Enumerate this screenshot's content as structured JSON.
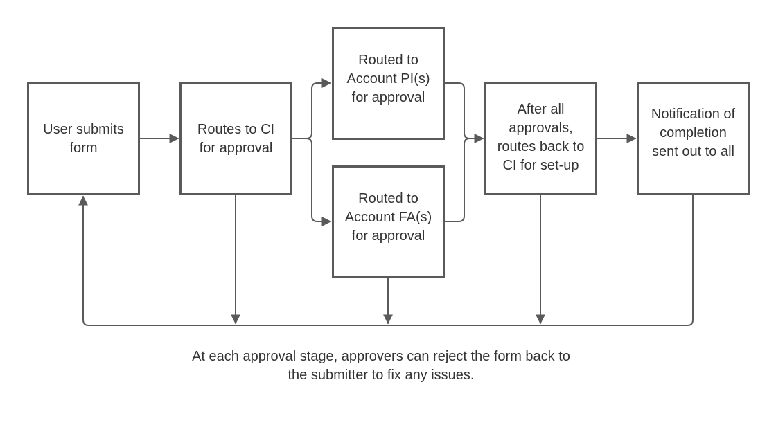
{
  "diagram": {
    "colors": {
      "stroke": "#5a5a5a",
      "text": "#333333",
      "background": "#ffffff"
    },
    "nodes": [
      {
        "id": "submit",
        "label": "User submits\nform"
      },
      {
        "id": "ci",
        "label": "Routes to CI\nfor approval"
      },
      {
        "id": "pi",
        "label": "Routed to\nAccount PI(s)\nfor approval"
      },
      {
        "id": "fa",
        "label": "Routed to\nAccount FA(s)\nfor approval"
      },
      {
        "id": "after",
        "label": "After all\napprovals,\nroutes back to\nCI for set-up"
      },
      {
        "id": "notify",
        "label": "Notification of\ncompletion\nsent out to all"
      }
    ],
    "caption": "At each approval stage, approvers can reject the form back to\nthe submitter to fix any issues."
  }
}
